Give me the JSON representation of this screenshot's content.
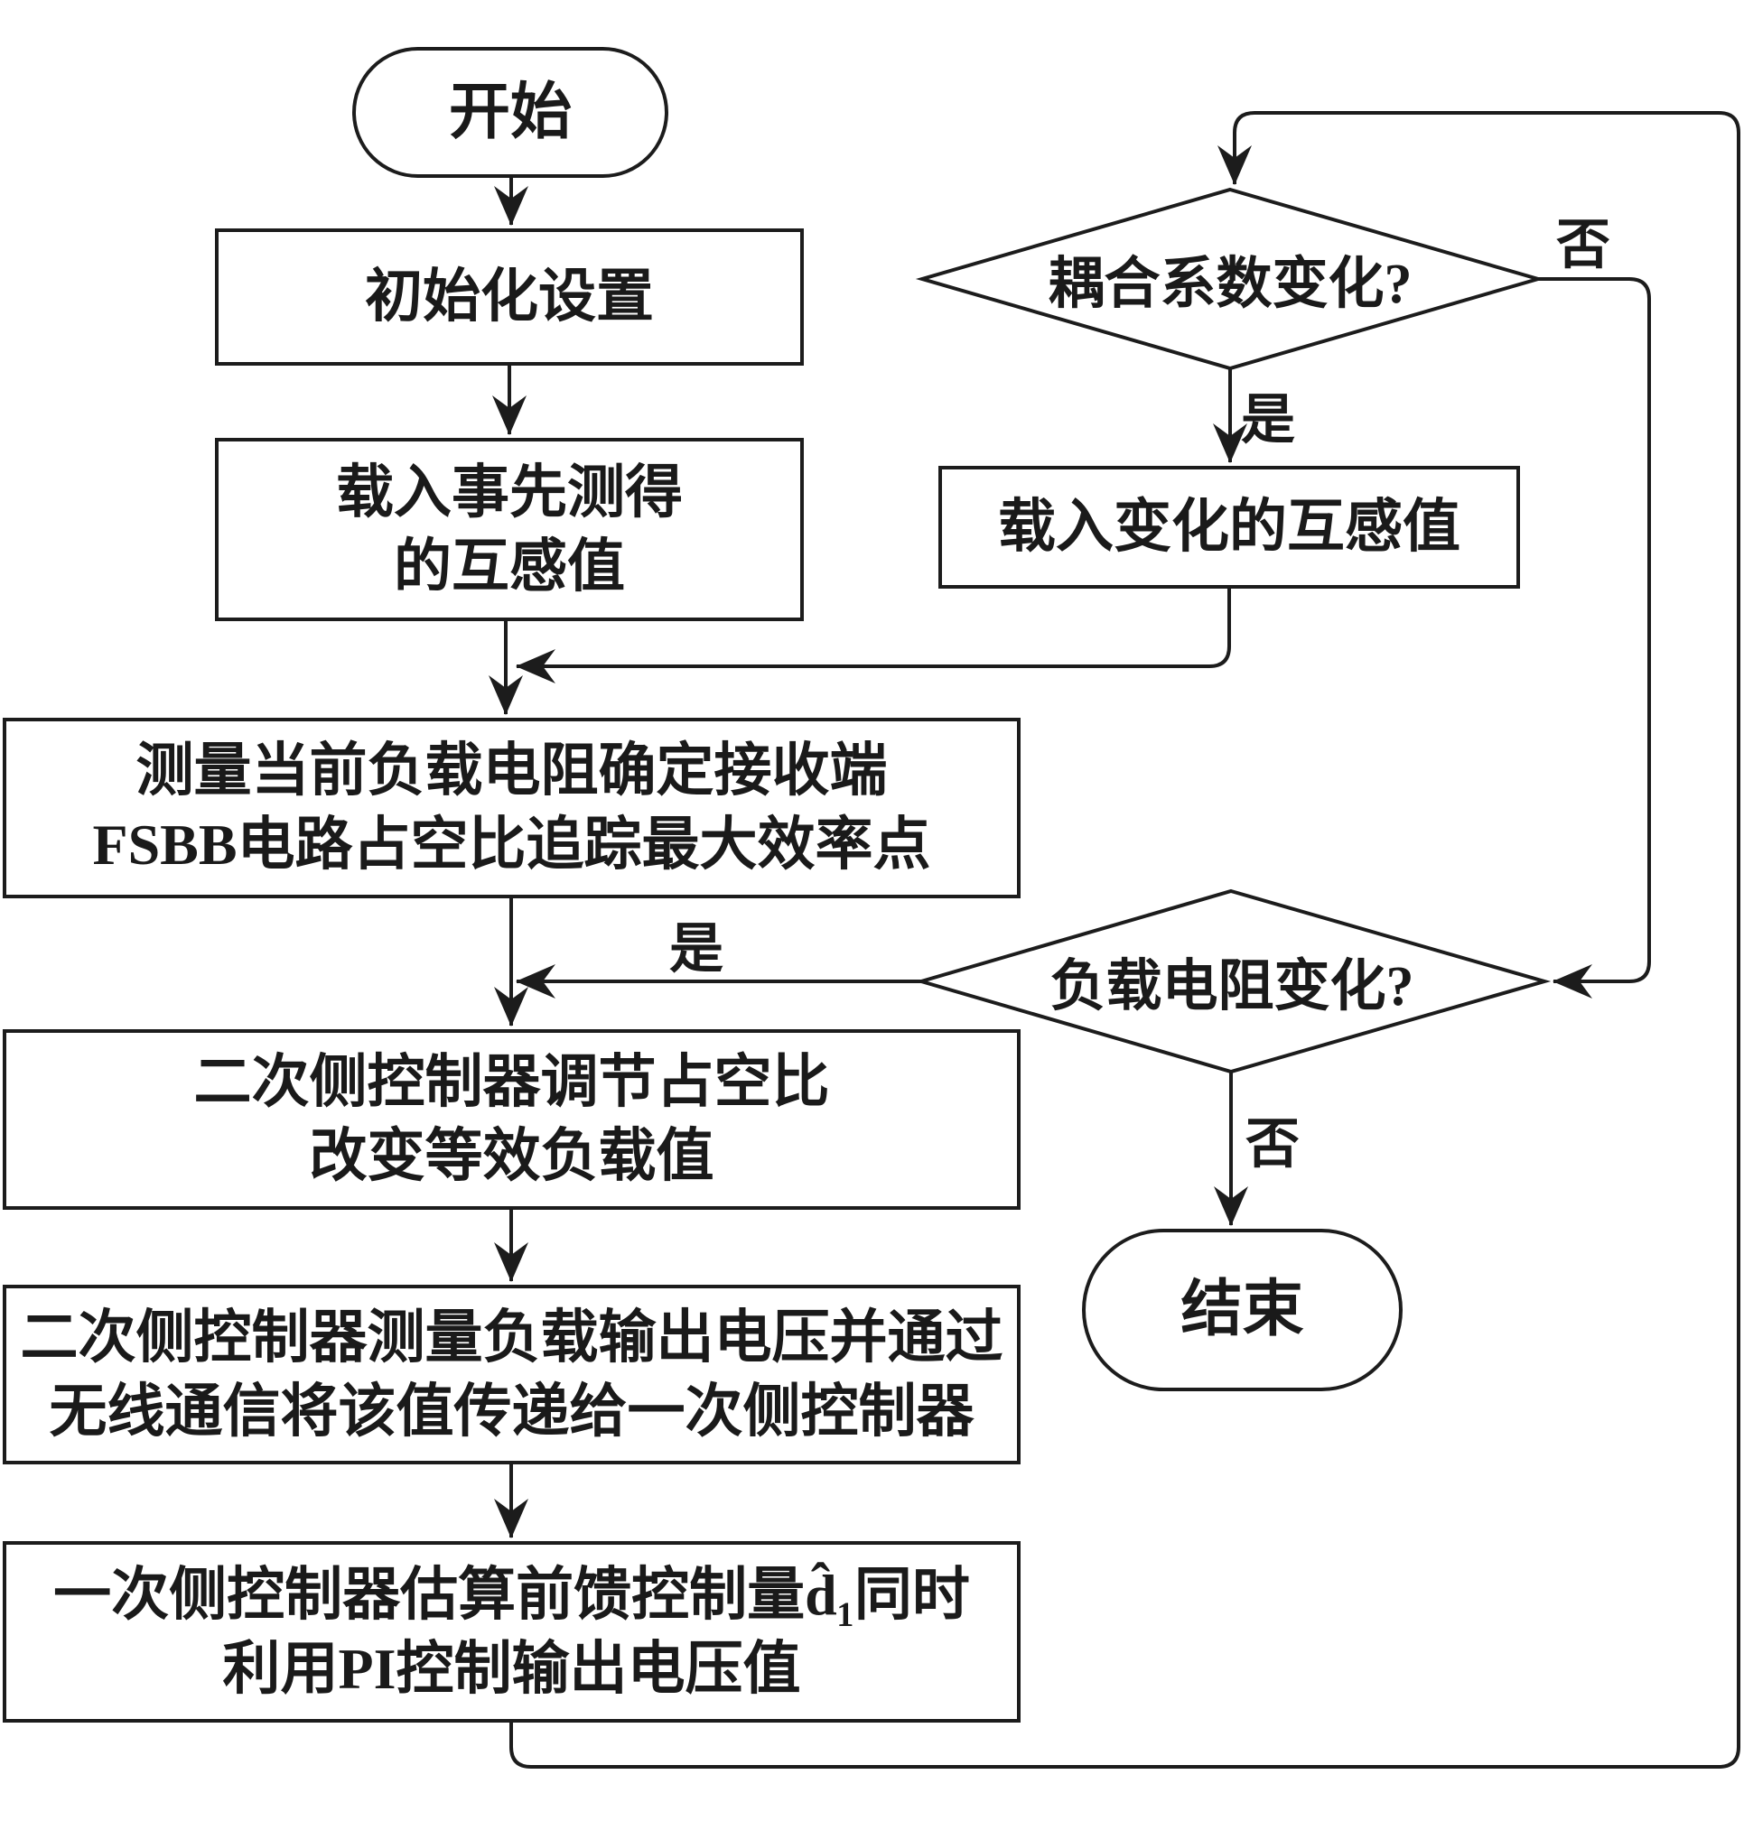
{
  "page": {
    "background": "#ffffff",
    "line_color": "#1c1c1c",
    "text_color": "#1a1a1a"
  },
  "nodes": {
    "start": {
      "label": "开始"
    },
    "init": {
      "label": "初始化设置"
    },
    "load_premeasured": {
      "line1": "载入事先测得",
      "line2": "的互感值"
    },
    "coupling_decision": {
      "label": "耦合系数变化?"
    },
    "load_changed": {
      "label": "载入变化的互感值"
    },
    "measure": {
      "line1": "测量当前负载电阻确定接收端",
      "line2": "FSBB电路占空比追踪最大效率点"
    },
    "load_decision": {
      "label": "负载电阻变化?"
    },
    "adjust": {
      "line1": "二次侧控制器调节占空比",
      "line2": "改变等效负载值"
    },
    "transmit": {
      "line1": "二次侧控制器测量负载输出电压并通过",
      "line2": "无线通信将该值传递给一次侧控制器"
    },
    "estimate": {
      "line1": "一次侧控制器估算前馈控制量d̂₁同时",
      "line2": "利用PI控制输出电压值"
    },
    "end": {
      "label": "结束"
    }
  },
  "edge_labels": {
    "coupling_no": "否",
    "coupling_yes": "是",
    "load_yes": "是",
    "load_no": "否"
  }
}
